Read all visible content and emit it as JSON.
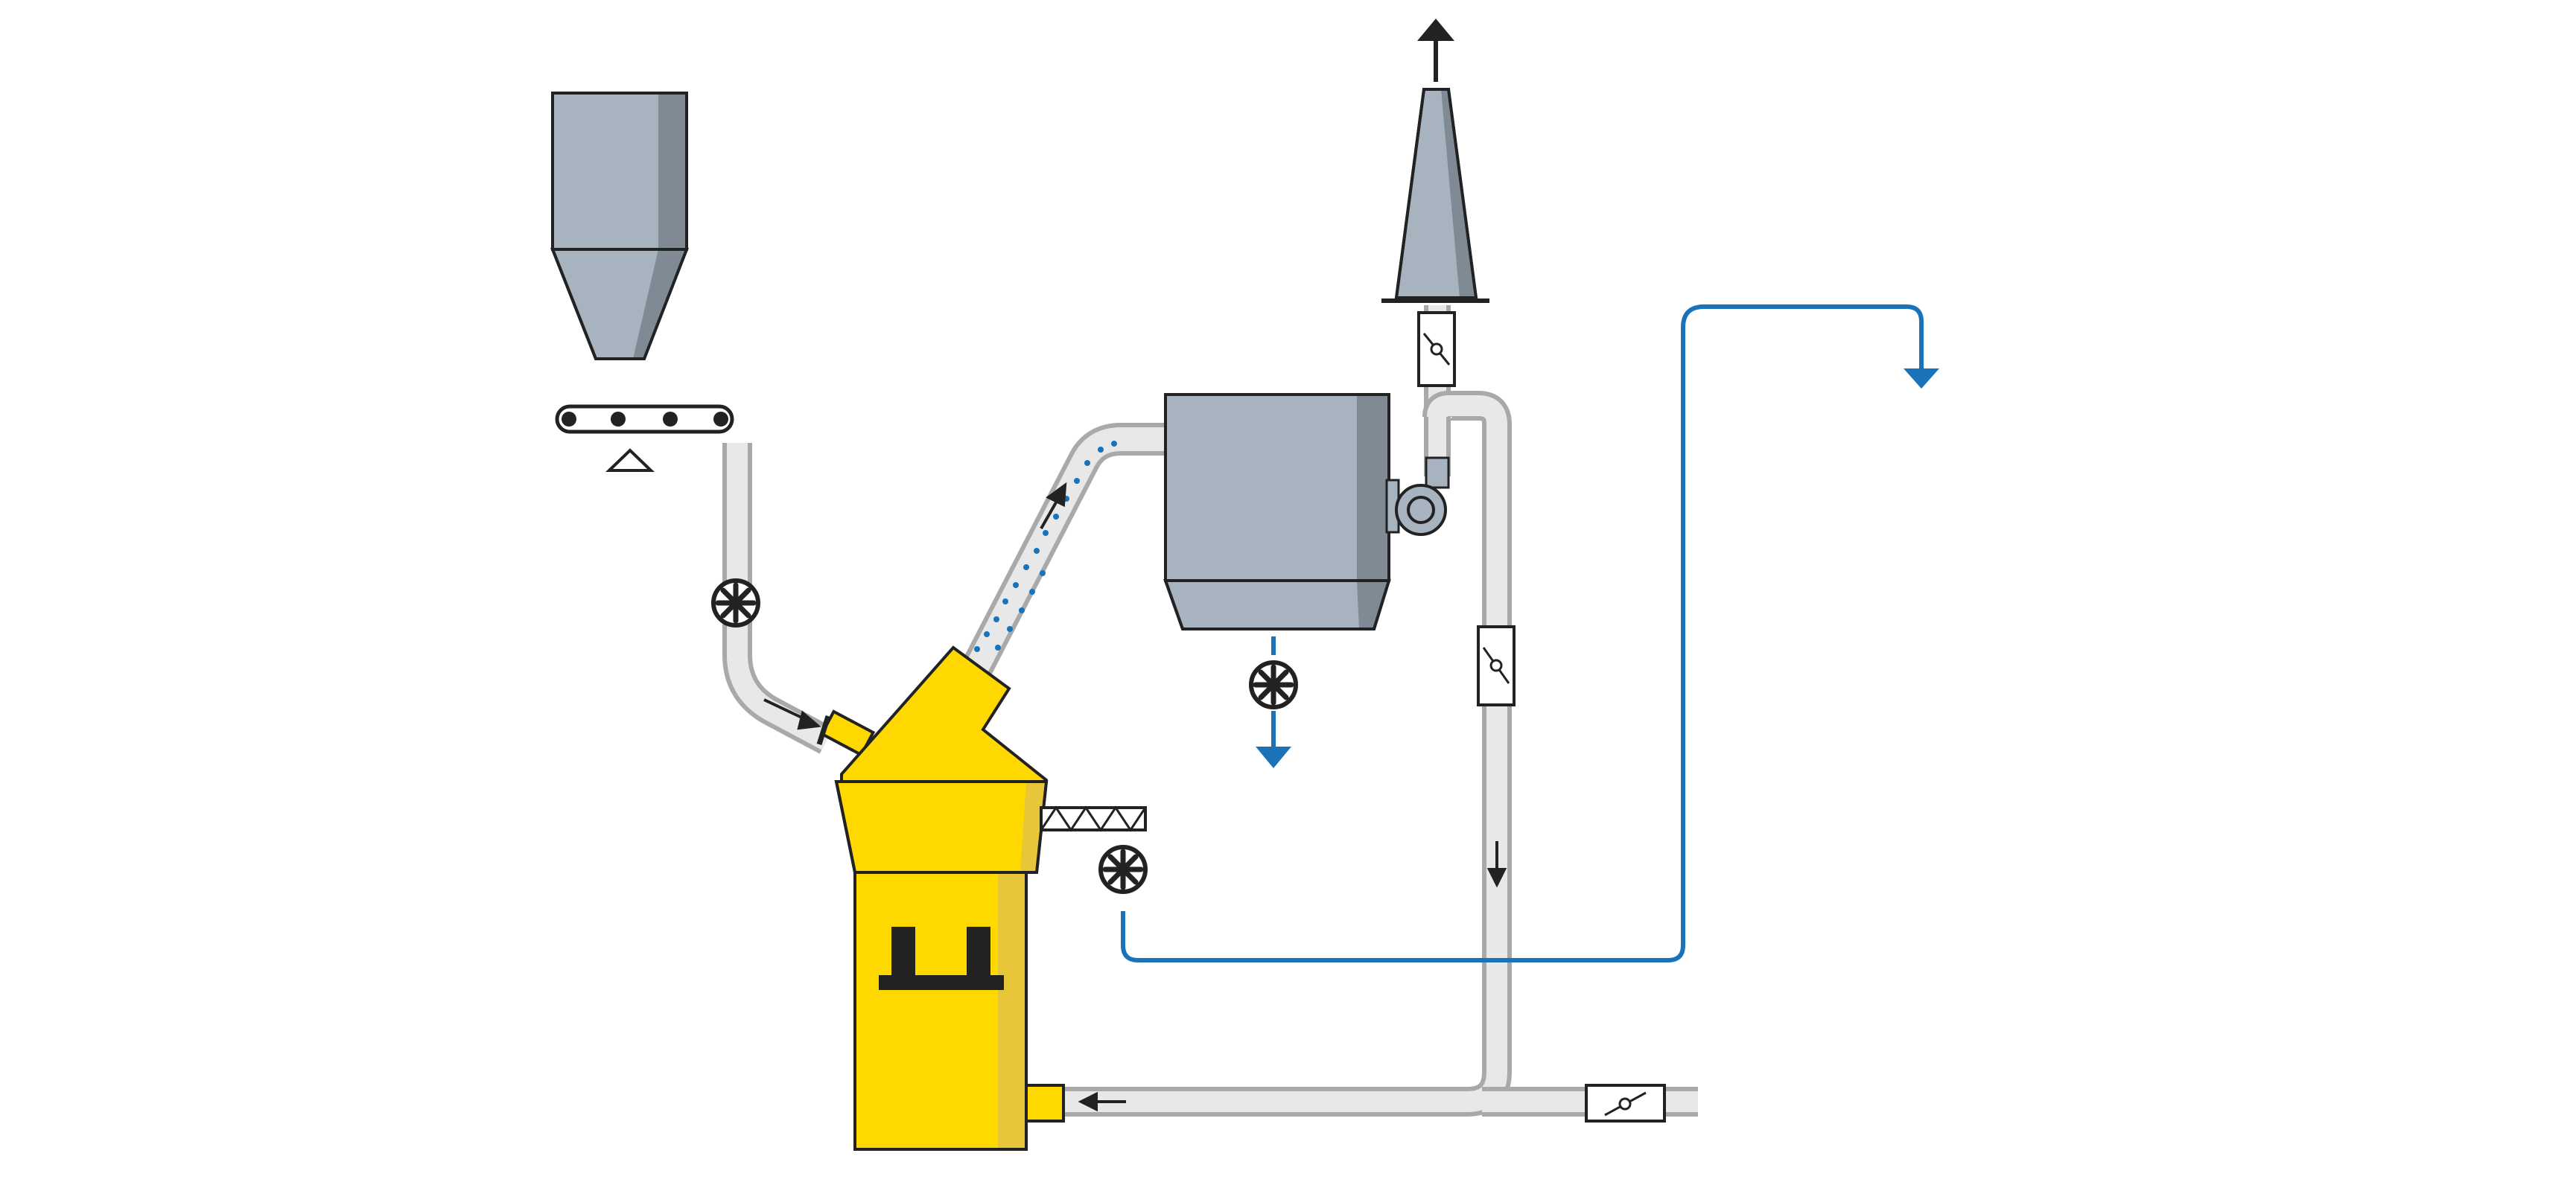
{
  "colors": {
    "background": "#ffffff",
    "equipment_grey": "#a7b4c0",
    "equipment_grey_dark": "#7f8a95",
    "outline": "#222222",
    "mill_yellow": "#ffd800",
    "mill_yellow_shade": "#e7c63a",
    "pipe_fill": "#e8e8e8",
    "pipe_edge": "#a9a9a9",
    "water_blue": "#1a73b8",
    "dust_blue": "#1a73b8"
  },
  "components": [
    {
      "id": "feed-bin",
      "icon": "silo-icon"
    },
    {
      "id": "belt-conveyor",
      "icon": "conveyor-icon"
    },
    {
      "id": "rotary-valve-feed",
      "icon": "rotary-valve-icon"
    },
    {
      "id": "vertical-roller-mill",
      "icon": "mill-icon"
    },
    {
      "id": "screw-conveyor",
      "icon": "screw-conveyor-icon"
    },
    {
      "id": "rotary-valve-reject",
      "icon": "rotary-valve-icon"
    },
    {
      "id": "bag-filter",
      "icon": "bag-filter-icon"
    },
    {
      "id": "rotary-valve-product",
      "icon": "rotary-valve-icon"
    },
    {
      "id": "fan",
      "icon": "fan-icon"
    },
    {
      "id": "stack",
      "icon": "stack-icon"
    },
    {
      "id": "damper-stack",
      "icon": "damper-icon"
    },
    {
      "id": "damper-recirculation",
      "icon": "damper-icon"
    },
    {
      "id": "damper-fresh-air",
      "icon": "damper-icon"
    }
  ],
  "flows": [
    {
      "id": "raw-feed",
      "icon": "flow-arrow-icon"
    },
    {
      "id": "dust-laden-gas",
      "icon": "flow-arrow-icon"
    },
    {
      "id": "exhaust",
      "icon": "arrow-up-icon"
    },
    {
      "id": "product-discharge",
      "icon": "arrow-down-icon"
    },
    {
      "id": "recirculation",
      "icon": "flow-arrow-icon"
    },
    {
      "id": "mill-inlet-gas",
      "icon": "flow-arrow-icon"
    },
    {
      "id": "reject-line",
      "icon": "arrow-down-icon"
    }
  ]
}
